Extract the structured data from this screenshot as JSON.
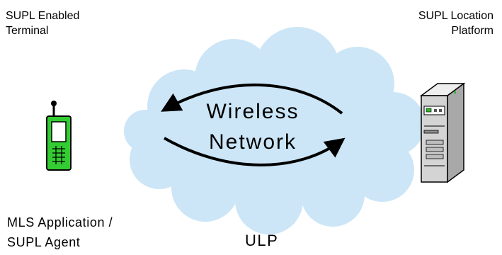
{
  "terminal": {
    "line1": "SUPL Enabled",
    "line2": "Terminal"
  },
  "platform": {
    "line1": "SUPL Location",
    "line2": "Platform"
  },
  "cloud": {
    "line1": "Wireless",
    "line2": "Network"
  },
  "application": {
    "line1": "MLS Application /",
    "line2": "SUPL Agent"
  },
  "protocol": "ULP",
  "colors": {
    "cloud_fill": "#cce6f7",
    "phone_body": "#33cc33",
    "server_body": "#d4d4d4",
    "arrow": "#000000"
  },
  "icons": [
    "mobile-phone-icon",
    "server-icon",
    "cloud-icon"
  ]
}
